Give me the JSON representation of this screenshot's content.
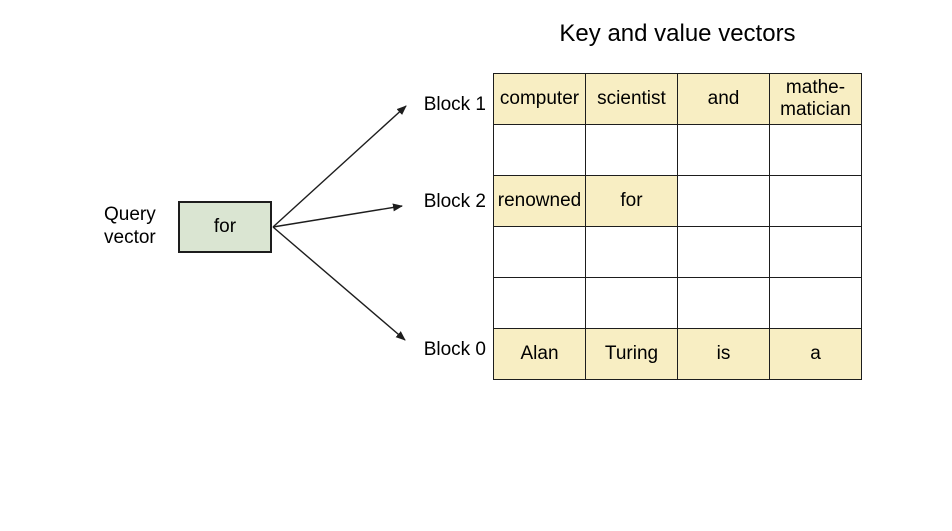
{
  "title": "Key and value vectors",
  "query_vector": {
    "label": "Query\nvector",
    "value": "for"
  },
  "block_labels": {
    "block1": "Block 1",
    "block2": "Block 2",
    "block0": "Block 0"
  },
  "table": {
    "columns": 4,
    "rows": [
      {
        "block": "Block 1",
        "cells": [
          {
            "text": "computer",
            "hl": "1"
          },
          {
            "text": "scientist",
            "hl": "1"
          },
          {
            "text": "and",
            "hl": "1"
          },
          {
            "text": "mathe-\nmatician",
            "hl": "1"
          }
        ]
      },
      {
        "block": "",
        "cells": [
          {
            "text": "",
            "hl": "0"
          },
          {
            "text": "",
            "hl": "0"
          },
          {
            "text": "",
            "hl": "0"
          },
          {
            "text": "",
            "hl": "0"
          }
        ]
      },
      {
        "block": "Block 2",
        "cells": [
          {
            "text": "renowned",
            "hl": "1"
          },
          {
            "text": "for",
            "hl": "1"
          },
          {
            "text": "",
            "hl": "0"
          },
          {
            "text": "",
            "hl": "0"
          }
        ]
      },
      {
        "block": "",
        "cells": [
          {
            "text": "",
            "hl": "0"
          },
          {
            "text": "",
            "hl": "0"
          },
          {
            "text": "",
            "hl": "0"
          },
          {
            "text": "",
            "hl": "0"
          }
        ]
      },
      {
        "block": "",
        "cells": [
          {
            "text": "",
            "hl": "0"
          },
          {
            "text": "",
            "hl": "0"
          },
          {
            "text": "",
            "hl": "0"
          },
          {
            "text": "",
            "hl": "0"
          }
        ]
      },
      {
        "block": "Block 0",
        "cells": [
          {
            "text": "Alan",
            "hl": "1"
          },
          {
            "text": "Turing",
            "hl": "1"
          },
          {
            "text": "is",
            "hl": "1"
          },
          {
            "text": "a",
            "hl": "1"
          }
        ]
      }
    ]
  },
  "colors": {
    "highlight": "#f8eec3",
    "query_box": "#dae5d2",
    "border": "#1d1d1d",
    "text": "#000000"
  }
}
